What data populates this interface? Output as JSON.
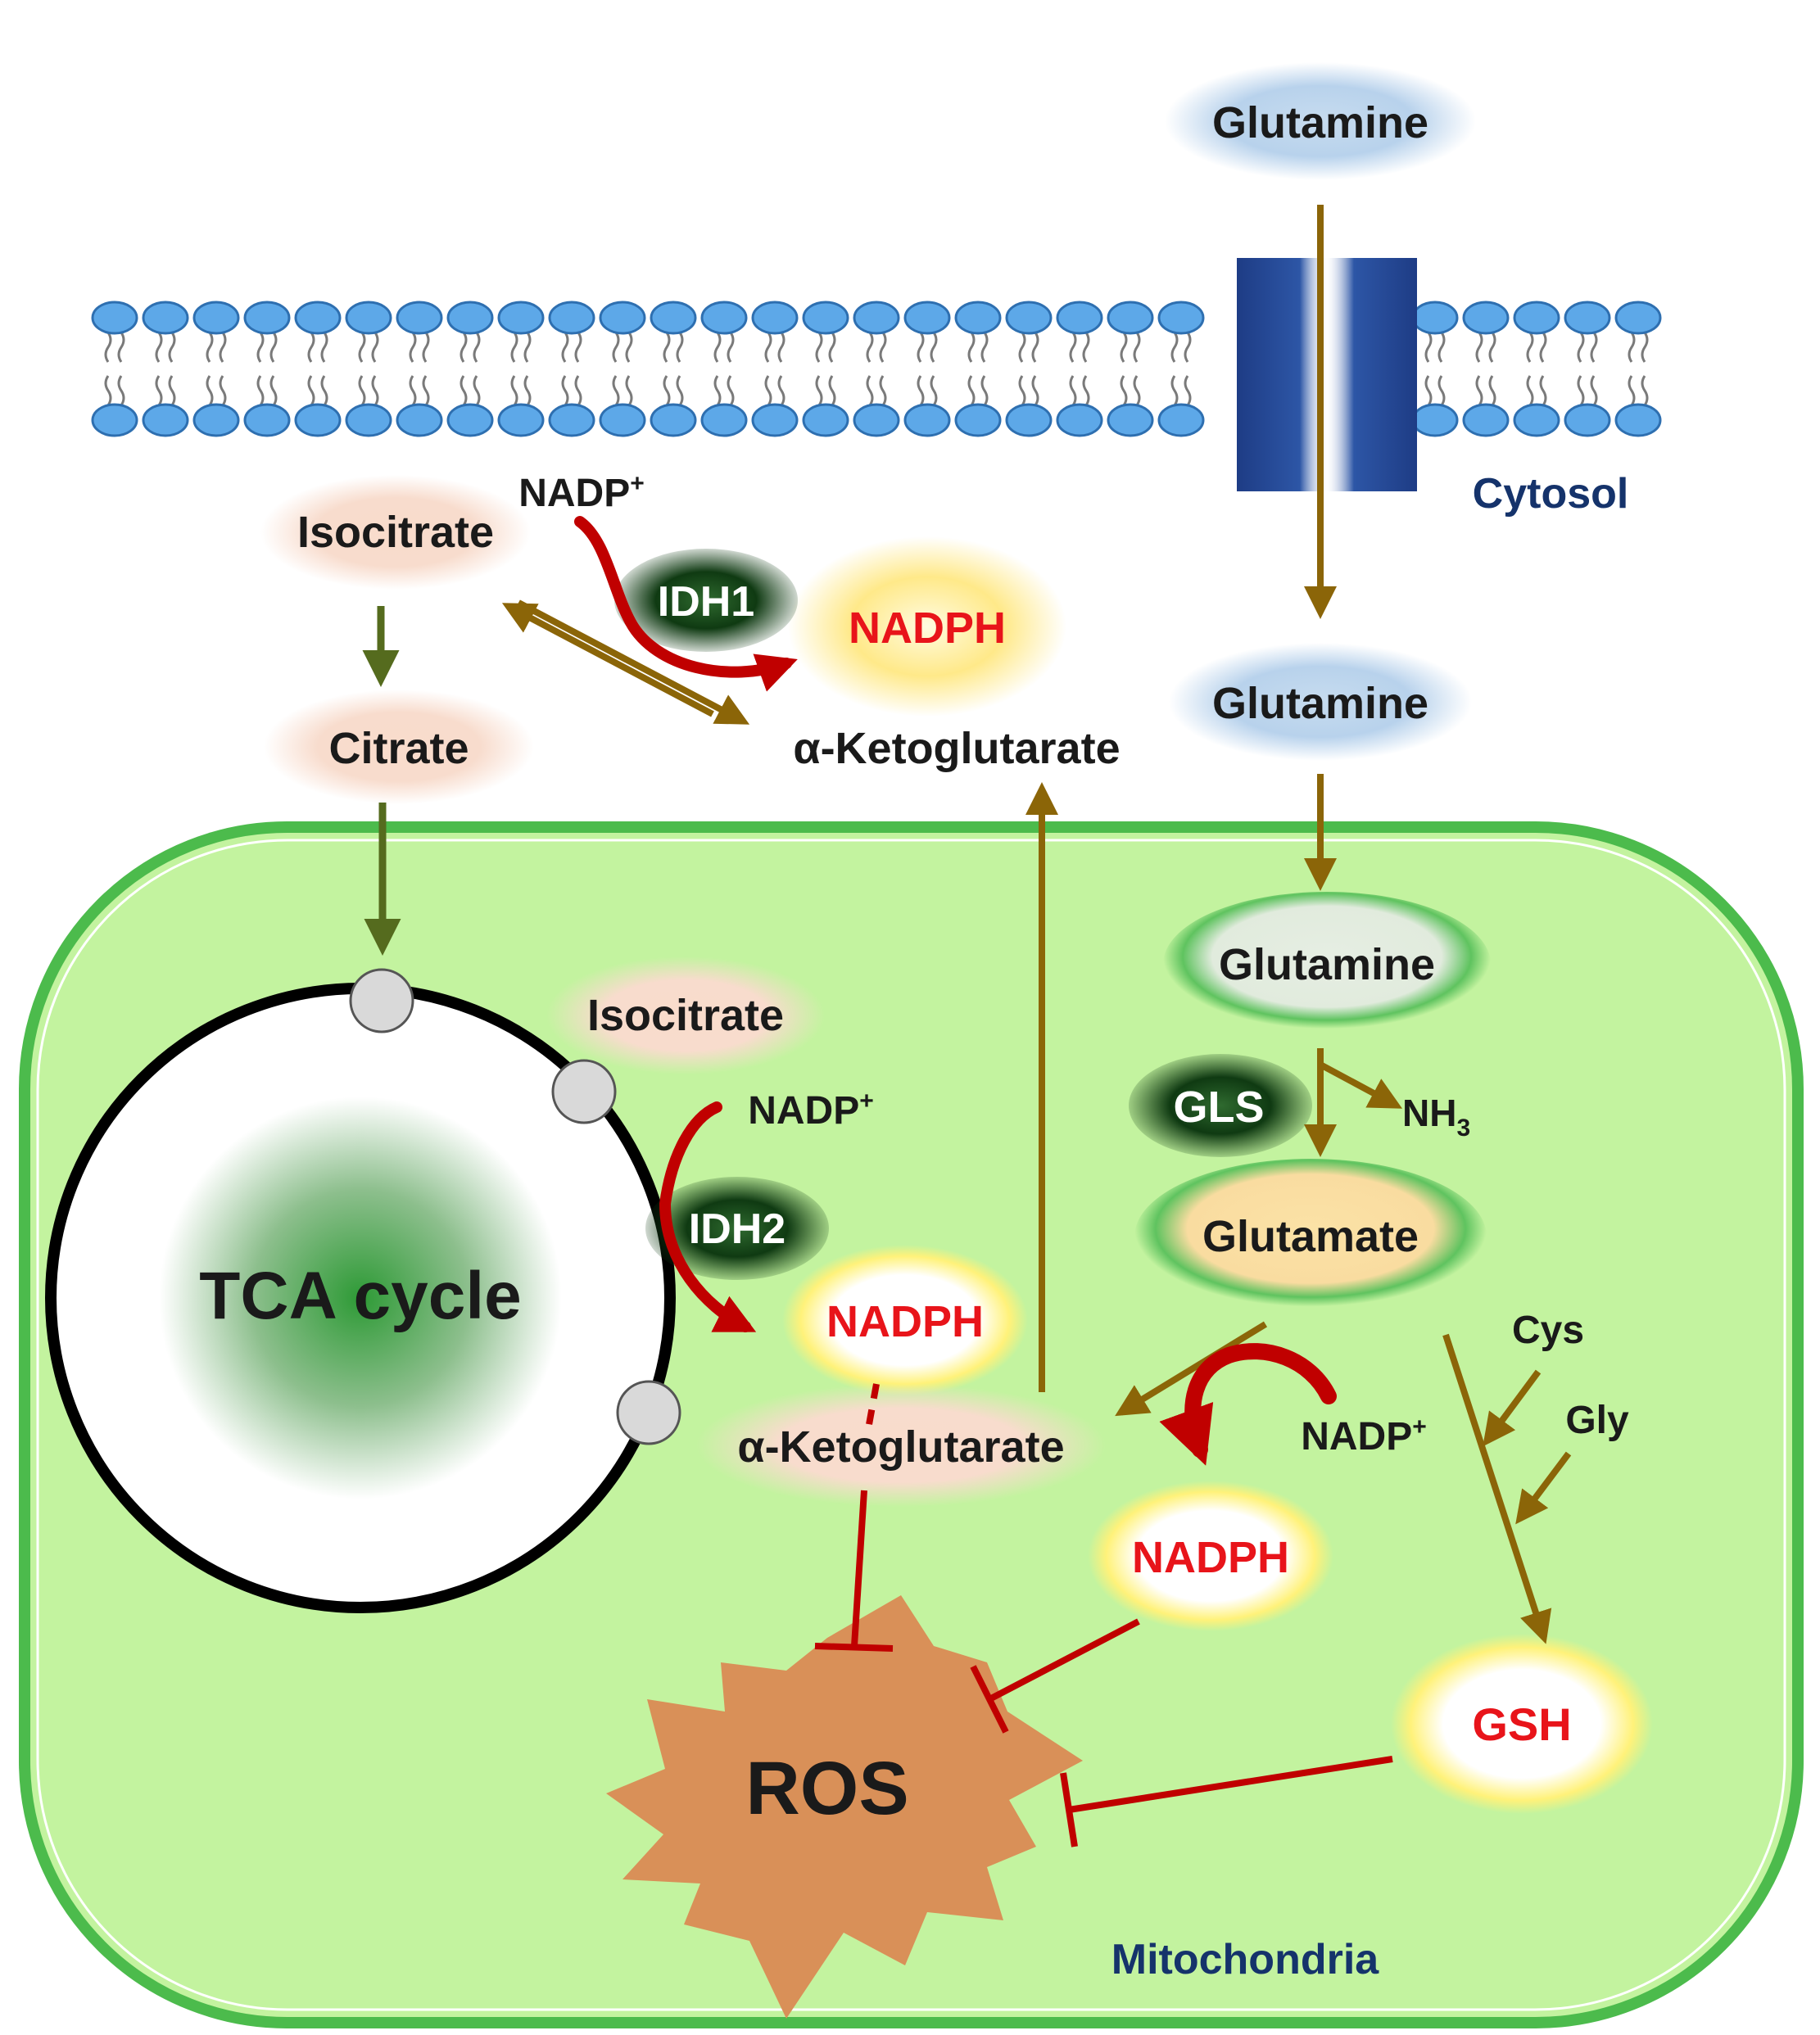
{
  "labels": {
    "glutamine_out": "Glutamine",
    "cytosol": "Cytosol",
    "isocitrate_cyto": "Isocitrate",
    "nadp_cyto": "NADP",
    "idh1": "IDH1",
    "nadph_cyto": "NADPH",
    "glutamine_cyto": "Glutamine",
    "citrate": "Citrate",
    "akg_cyto": "α-Ketoglutarate",
    "glutamine_mito": "Glutamine",
    "gls": "GLS",
    "nh3": "NH",
    "nh3_sub": "3",
    "isocitrate_mito": "Isocitrate",
    "nadp_mito": "NADP",
    "idh2": "IDH2",
    "tca": "TCA cycle",
    "nadph_mito1": "NADPH",
    "glutamate": "Glutamate",
    "cys": "Cys",
    "gly": "Gly",
    "akg_mito": "α-Ketoglutarate",
    "nadp_glu": "NADP",
    "nadph_mito2": "NADPH",
    "gsh": "GSH",
    "ros": "ROS",
    "mitochondria": "Mitochondria",
    "plus": "+"
  },
  "colors": {
    "arrow_brown": "#8B6508",
    "arrow_olive": "#556B1E",
    "inhibit_red": "#C00000",
    "nadph_red": "#E8141A",
    "mito_fill": "#C3F39F",
    "mito_border": "#4CBB4C",
    "membrane_head": "#5DA8E8",
    "channel_blue": "#1F3F8C",
    "label_navy": "#15336B",
    "enzyme_green": "#0E3A12",
    "ros_orange": "#D99058"
  }
}
